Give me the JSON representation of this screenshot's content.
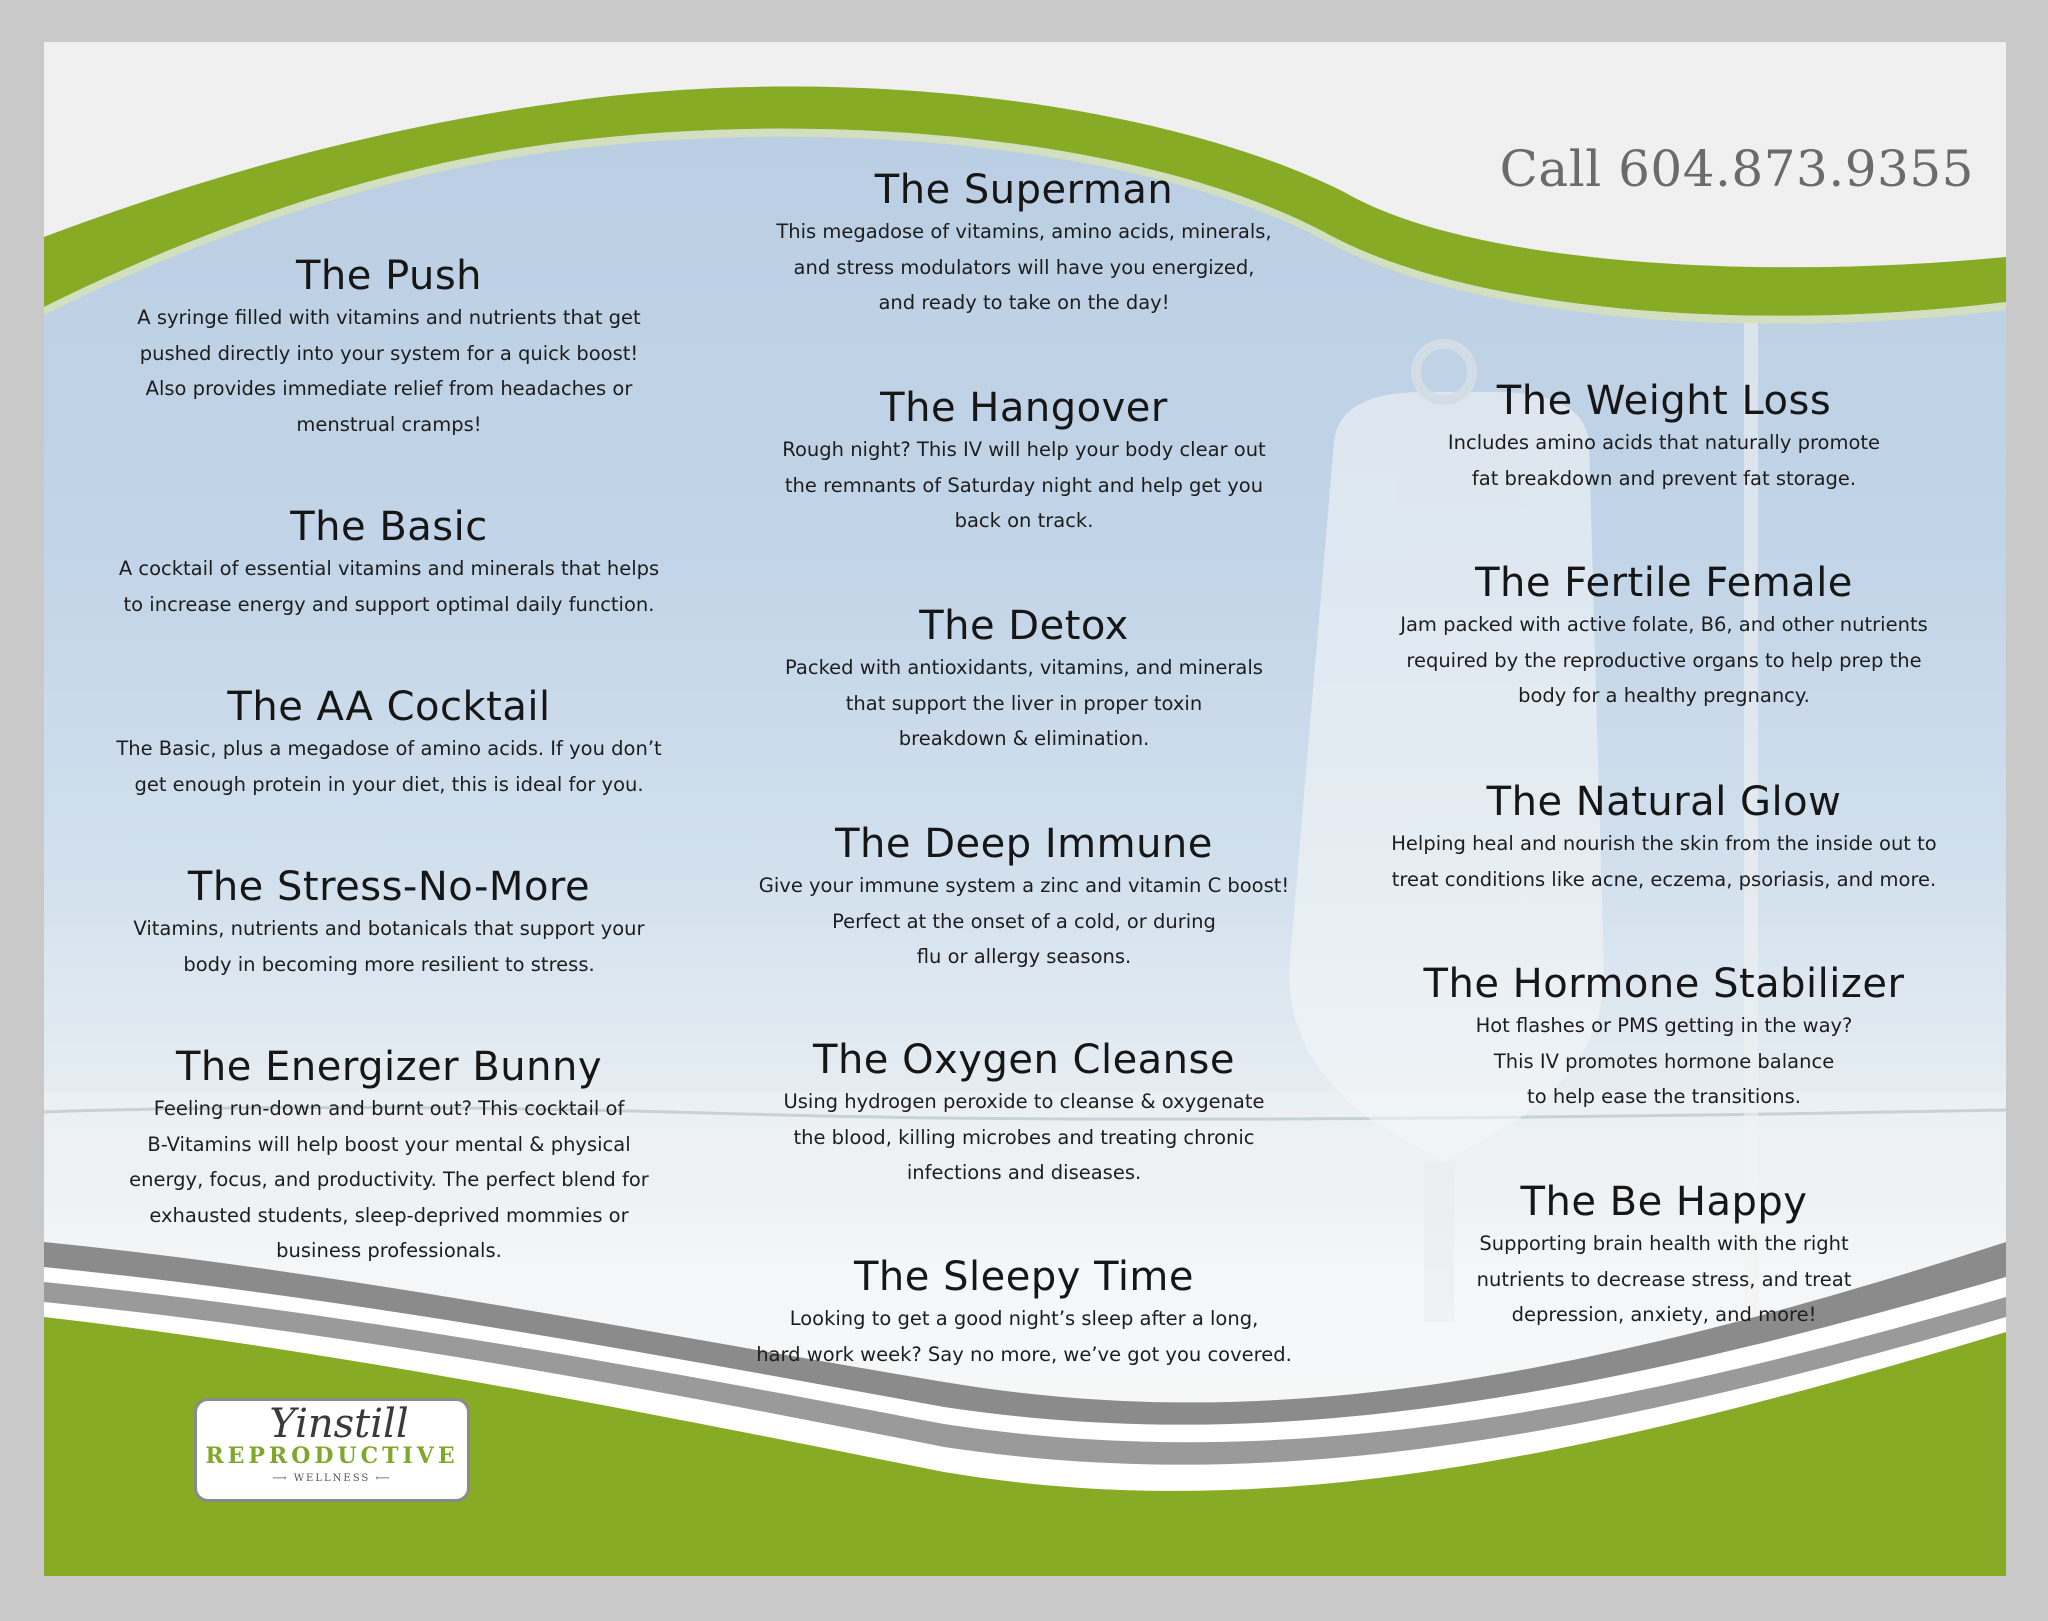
{
  "phone": "Call 604.873.9355",
  "logo": {
    "script": "Yinstill",
    "word": "REPRODUCTIVE",
    "sub": "⟶ WELLNESS ⟵"
  },
  "columns": {
    "left": [
      {
        "title": "The Push",
        "desc": "A syringe filled with vitamins and nutrients that get\npushed directly into your system for a quick boost!\nAlso provides immediate relief from headaches or\nmenstrual cramps!"
      },
      {
        "title": "The Basic",
        "desc": "A cocktail of essential vitamins and minerals that helps\nto increase energy and support optimal daily function."
      },
      {
        "title": "The AA Cocktail",
        "desc": "The Basic, plus a megadose of amino acids. If you don’t\nget enough protein in your diet, this is ideal for you."
      },
      {
        "title": "The Stress-No-More",
        "desc": "Vitamins, nutrients and botanicals that support your\nbody in becoming more resilient to stress."
      },
      {
        "title": "The Energizer Bunny",
        "desc": "Feeling run-down and burnt out? This cocktail of\nB-Vitamins will help boost your mental & physical\nenergy, focus, and productivity. The perfect blend for\nexhausted students, sleep-deprived mommies or\nbusiness professionals."
      }
    ],
    "middle": [
      {
        "title": "The Superman",
        "desc": "This megadose of vitamins, amino acids, minerals,\nand stress modulators will have you energized,\nand ready to take on the day!"
      },
      {
        "title": "The Hangover",
        "desc": "Rough night? This IV will help your body clear out\nthe remnants of Saturday night and help get you\nback on track."
      },
      {
        "title": "The Detox",
        "desc": "Packed with antioxidants, vitamins, and minerals\nthat support the liver in proper toxin\nbreakdown & elimination."
      },
      {
        "title": "The Deep Immune",
        "desc": "Give your immune system a zinc and vitamin C boost!\nPerfect at the onset of a cold, or during\nflu or allergy seasons."
      },
      {
        "title": "The Oxygen Cleanse",
        "desc": "Using hydrogen peroxide to cleanse & oxygenate\nthe blood, killing microbes and treating chronic\ninfections and diseases."
      },
      {
        "title": "The Sleepy Time",
        "desc": "Looking to get a good night’s sleep after a long,\nhard work week? Say no more, we’ve got you covered."
      }
    ],
    "right": [
      {
        "title": "The Weight Loss",
        "desc": "Includes amino acids that naturally promote\nfat breakdown and prevent fat storage."
      },
      {
        "title": "The Fertile Female",
        "desc": "Jam packed with active folate, B6, and other nutrients\nrequired by the reproductive organs to help prep the\nbody for a healthy pregnancy."
      },
      {
        "title": "The Natural Glow",
        "desc": "Helping heal and nourish the skin from the inside out to\ntreat conditions like acne, eczema, psoriasis, and more."
      },
      {
        "title": "The Hormone Stabilizer",
        "desc": "Hot flashes or PMS getting in the way?\nThis IV promotes hormone balance\nto help ease the transitions."
      },
      {
        "title": "The Be Happy",
        "desc": "Supporting brain health with the right\nnutrients to decrease stress, and treat\ndepression, anxiety, and more!"
      }
    ]
  }
}
